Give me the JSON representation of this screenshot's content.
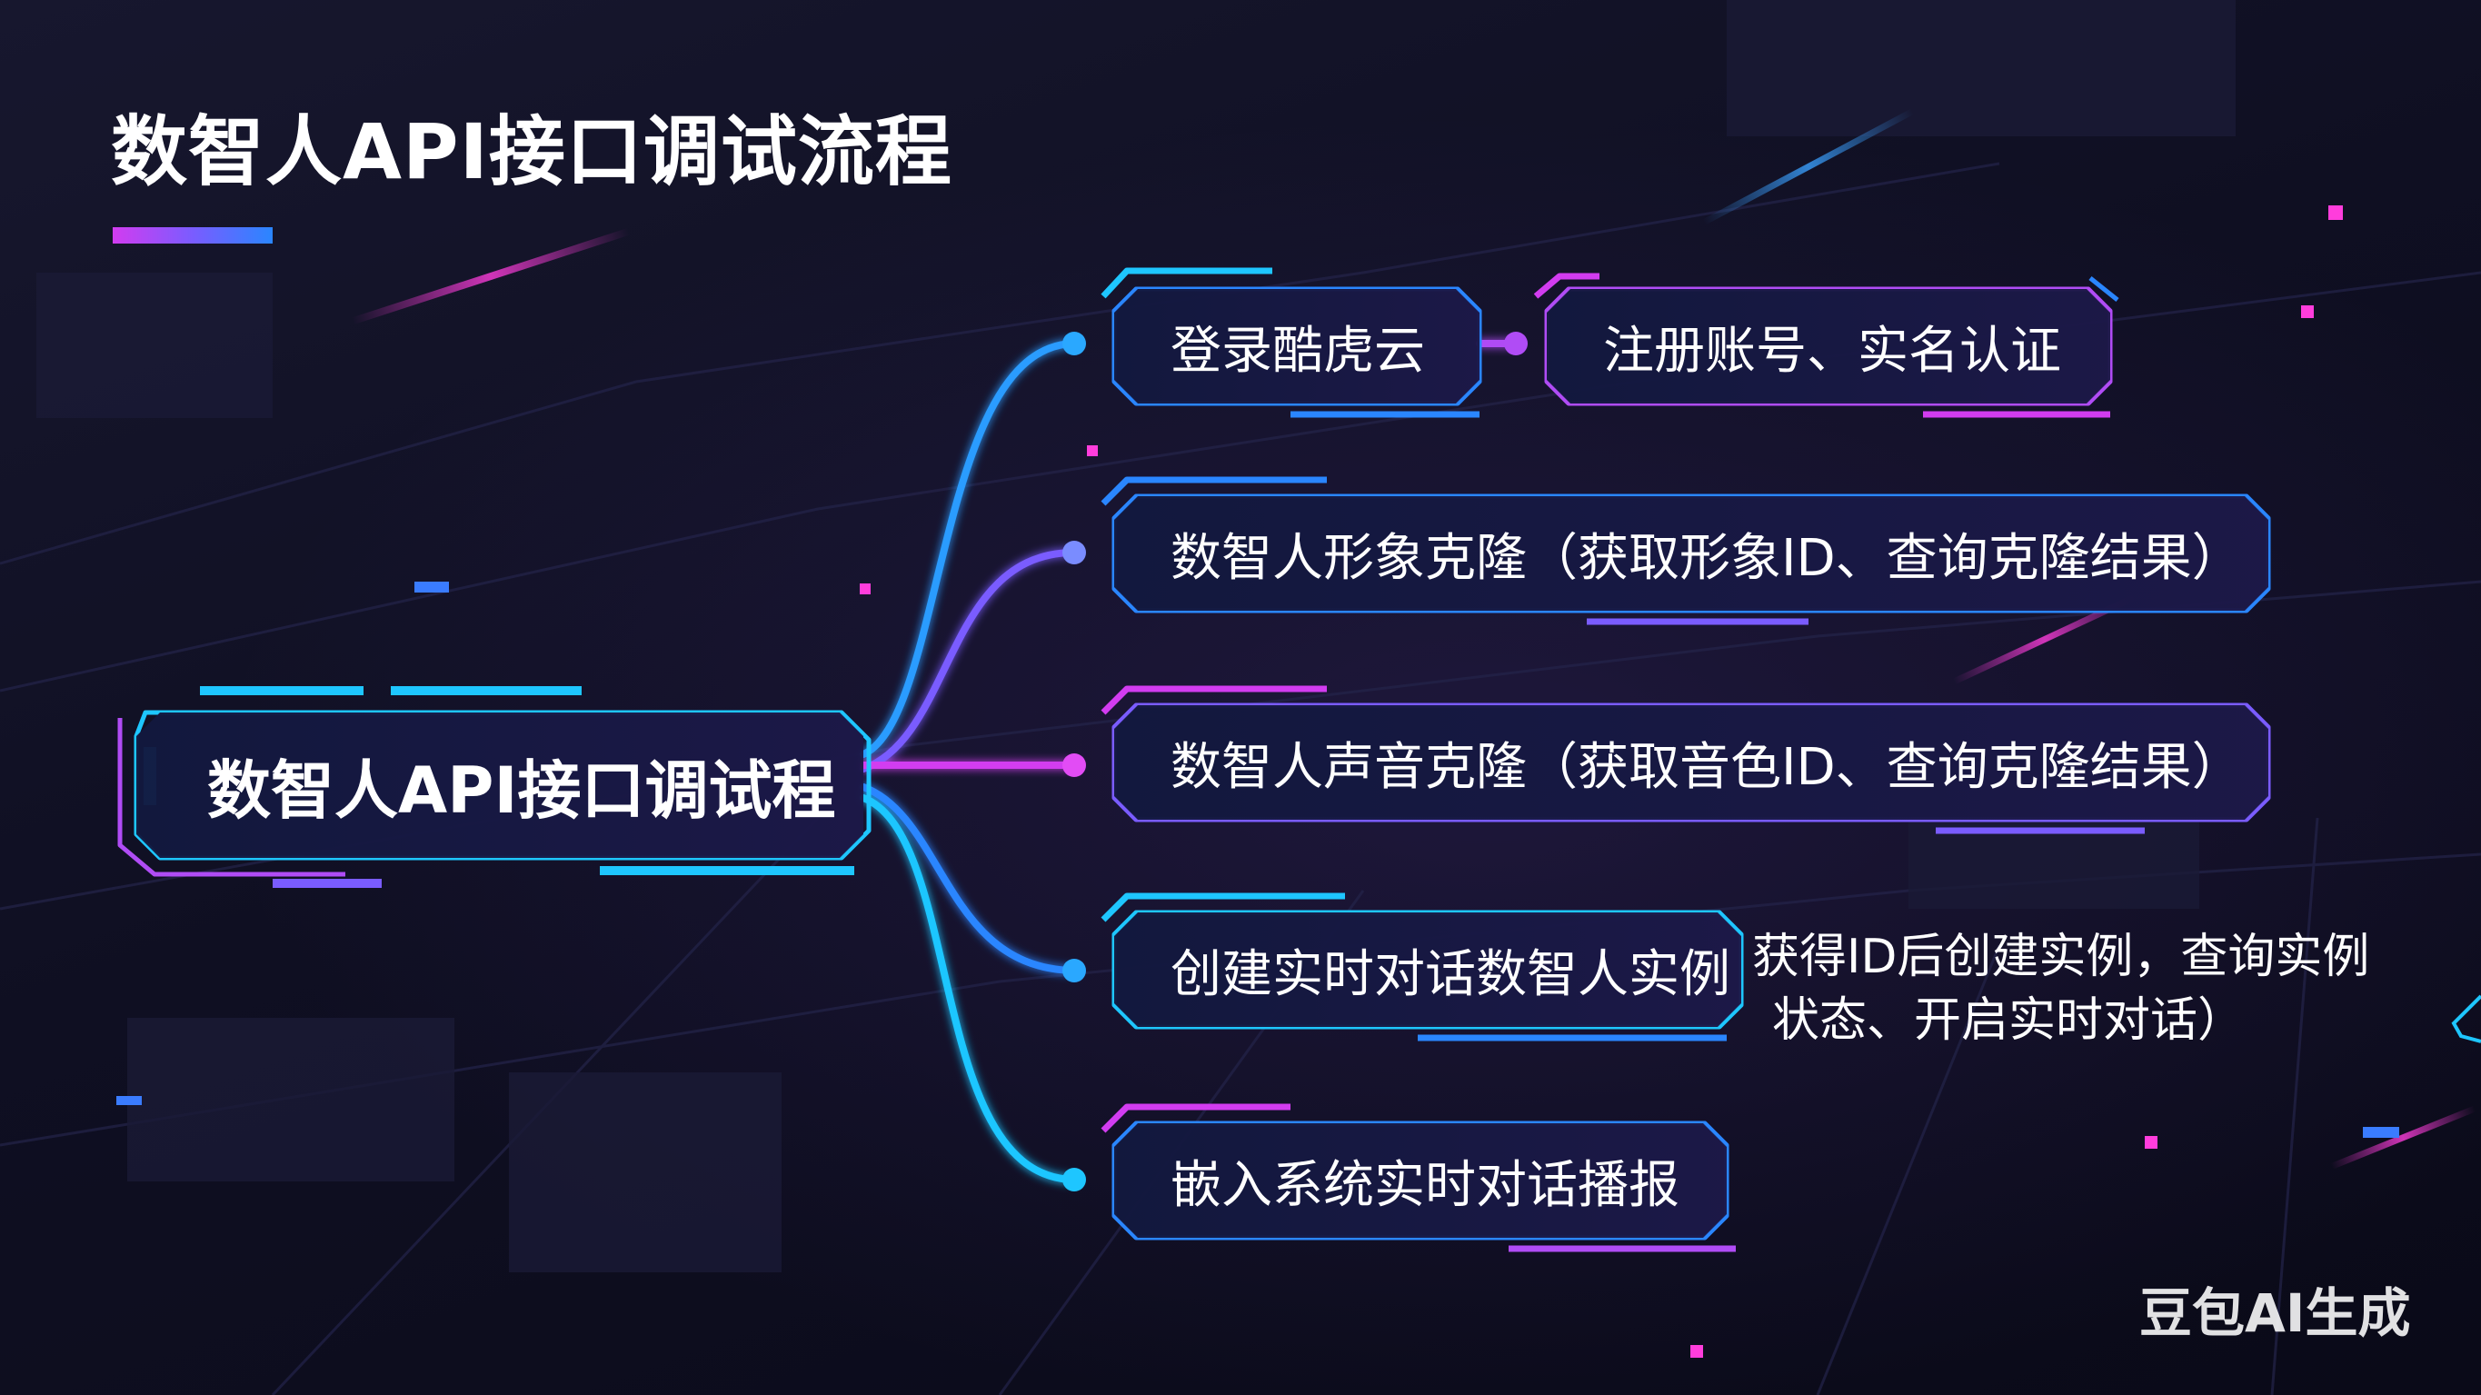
{
  "title": "数智人API接口调试流程",
  "diagram": {
    "root": "数智人API接口调试程",
    "branches": [
      {
        "label": "登录酷虎云",
        "sub": "注册账号、实名认证",
        "color": "#2aa8ff"
      },
      {
        "label": "数智人形象克隆（获取形象ID、查询克隆结果）",
        "color": "#7a5cff"
      },
      {
        "label": "数智人声音克隆（获取音色ID、查询克隆结果）",
        "color": "#d23cf0"
      },
      {
        "label": "创建实时对话数智人实例",
        "note_line1": "获得ID后创建实例，查询实例",
        "note_line2": "状态、开启实时对话）",
        "color": "#2a86ff"
      },
      {
        "label": "嵌入系统实时对话播报",
        "color": "#1ec6ff"
      }
    ]
  },
  "watermark": "豆包AI生成",
  "colors": {
    "accent_cyan": "#1ec6ff",
    "accent_blue": "#2a86ff",
    "accent_purple": "#7a5cff",
    "accent_magenta": "#d23cf0"
  }
}
